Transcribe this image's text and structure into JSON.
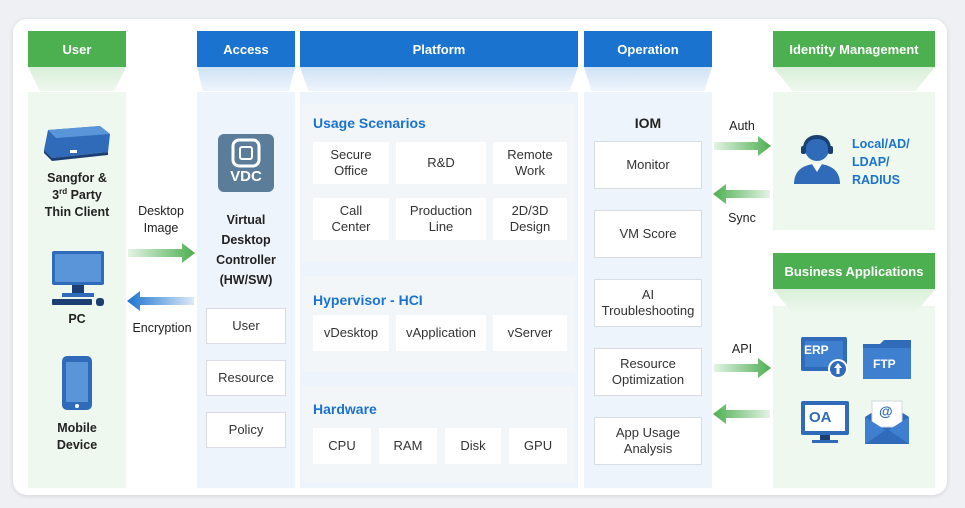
{
  "columns": {
    "user": {
      "header": "User",
      "devices": [
        {
          "label": "Sangfor & 3rd Party Thin Client",
          "line1": "Sangfor &",
          "line2_pre": "3",
          "line2_sup": "rd",
          "line2_post": " Party",
          "line3": "Thin Client",
          "icon": "thin-client-icon"
        },
        {
          "label": "PC",
          "icon": "pc-icon"
        },
        {
          "label_line1": "Mobile",
          "label_line2": "Device",
          "icon": "mobile-device-icon"
        }
      ]
    },
    "access": {
      "header": "Access",
      "logo_text": "VDC",
      "title_lines": [
        "Virtual",
        "Desktop",
        "Controller",
        "(HW/SW)"
      ],
      "items": [
        "User",
        "Resource",
        "Policy"
      ]
    },
    "platform": {
      "header": "Platform",
      "usage": {
        "title": "Usage Scenarios",
        "cells": [
          [
            "Secure",
            "Office"
          ],
          [
            "R&D"
          ],
          [
            "Remote",
            "Work"
          ],
          [
            "Call",
            "Center"
          ],
          [
            "Production",
            "Line"
          ],
          [
            "2D/3D",
            "Design"
          ]
        ]
      },
      "hypervisor": {
        "title": "Hypervisor - HCI",
        "cells": [
          "vDesktop",
          "vApplication",
          "vServer"
        ]
      },
      "hardware": {
        "title": "Hardware",
        "cells": [
          "CPU",
          "RAM",
          "Disk",
          "GPU"
        ]
      }
    },
    "operation": {
      "header": "Operation",
      "title": "IOM",
      "items": [
        [
          "Monitor"
        ],
        [
          "VM Score"
        ],
        [
          "AI",
          "Troubleshooting"
        ],
        [
          "Resource",
          "Optimization"
        ],
        [
          "App Usage",
          "Analysis"
        ]
      ]
    },
    "identity": {
      "header": "Identity Management",
      "lines": [
        "Local/AD/",
        "LDAP/",
        "RADIUS"
      ],
      "icon": "user-avatar-icon"
    },
    "business": {
      "header": "Business Applications",
      "apps": [
        "ERP",
        "FTP",
        "OA",
        "@"
      ]
    }
  },
  "flows": {
    "desktop_image": [
      "Desktop",
      "Image"
    ],
    "encryption": "Encryption",
    "auth": "Auth",
    "sync": "Sync",
    "api": "API"
  },
  "colors": {
    "green": "#4caf50",
    "blue": "#1a73cf",
    "green_bg": "#eef8ee",
    "blue_bg": "#eef4fb"
  }
}
